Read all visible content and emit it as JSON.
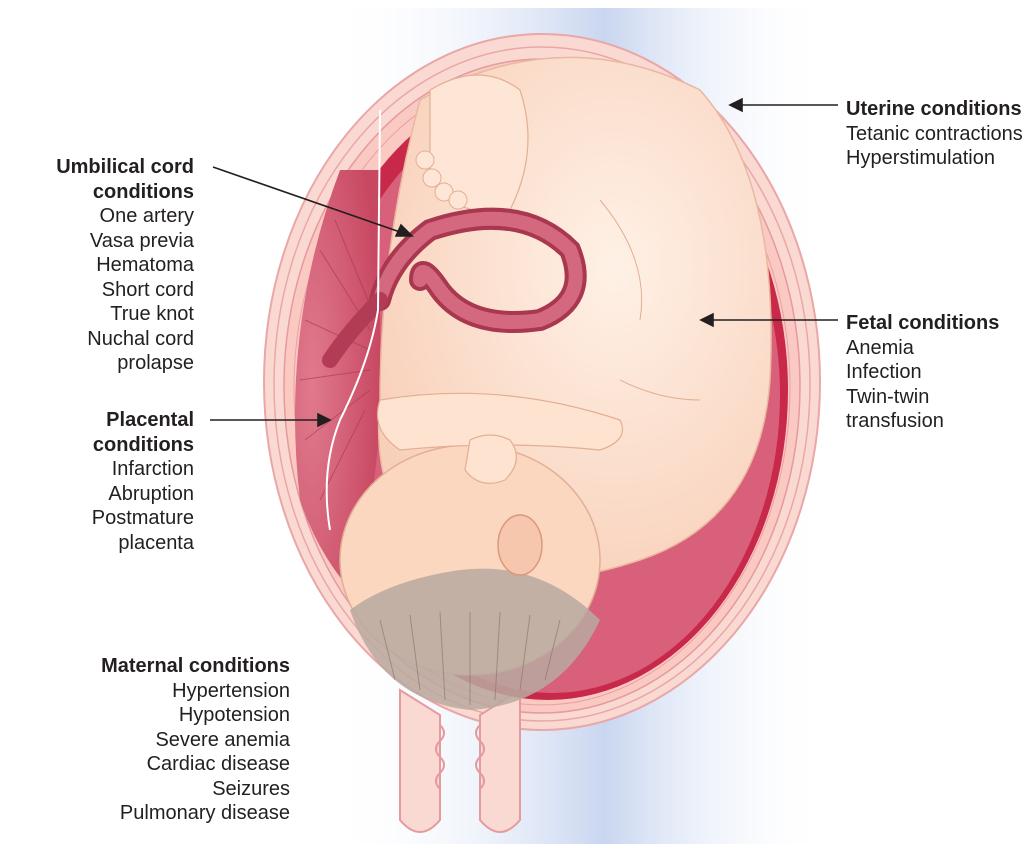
{
  "umbilical": {
    "title": "Umbilical cord conditions",
    "items": [
      "One artery",
      "Vasa previa",
      "Hematoma",
      "Short cord",
      "True knot",
      "Nuchal cord prolapse"
    ]
  },
  "placental": {
    "title": "Placental conditions",
    "items": [
      "Infarction",
      "Abruption",
      "Postmature placenta"
    ]
  },
  "maternal": {
    "title": "Maternal conditions",
    "items": [
      "Hypertension",
      "Hypotension",
      "Severe anemia",
      "Cardiac disease",
      "Seizures",
      "Pulmonary disease"
    ]
  },
  "uterine": {
    "title": "Uterine conditions",
    "items": [
      "Tetanic contractions",
      "Hyperstimulation"
    ]
  },
  "fetal": {
    "title": "Fetal conditions",
    "items": [
      "Anemia",
      "Infection",
      "Twin-twin transfusion"
    ]
  },
  "colors": {
    "uterine_wall": "#f9c5bf",
    "uterine_line": "#e8919a",
    "amniotic_red": "#c8294a",
    "placenta": "#d9617b",
    "fetus_skin": "#fde3d0",
    "hair": "#b9a9a0",
    "background_blue": "#c9d6f0",
    "text": "#231f20"
  }
}
